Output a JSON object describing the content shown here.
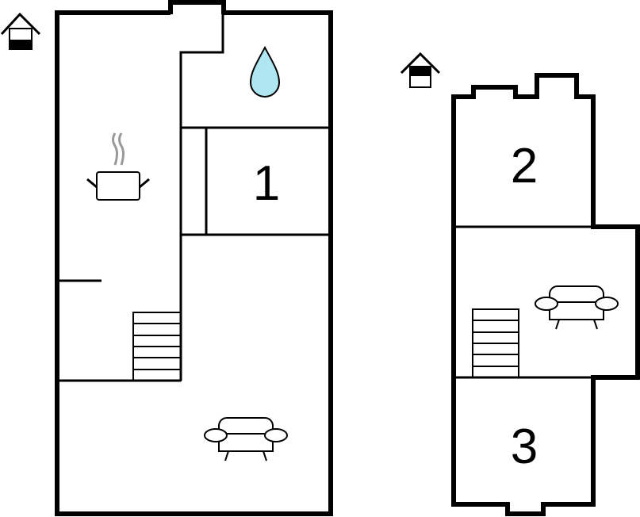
{
  "floors": [
    {
      "name": "ground-floor",
      "rooms": [
        {
          "label": "1"
        }
      ]
    },
    {
      "name": "upper-floor",
      "rooms": [
        {
          "label": "2"
        },
        {
          "label": "3"
        }
      ]
    }
  ],
  "colors": {
    "water": "#aee6f2",
    "wall": "#000000"
  }
}
